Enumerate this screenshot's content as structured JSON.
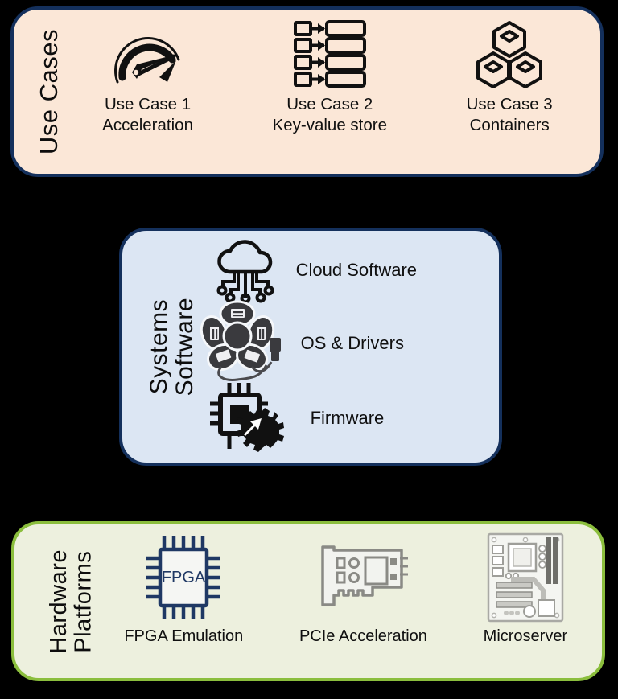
{
  "diagram": {
    "title": "Use Cases / Systems Software / Hardware Platforms stack",
    "colors": {
      "background": "#000000",
      "use_cases_fill": "#FBE7D7",
      "use_cases_border": "#14305C",
      "systems_software_fill": "#DCE6F3",
      "systems_software_border": "#14305C",
      "hardware_fill": "#EDF0DE",
      "hardware_border": "#8BBE3D",
      "icon_dark": "#111111",
      "fpga_navy": "#1F3864",
      "hardware_icon_gray": "#808080"
    }
  },
  "use_cases": {
    "side_label": "Use Cases",
    "items": [
      {
        "icon": "speedometer-icon",
        "label": "Use Case 1\nAcceleration",
        "line1": "Use Case 1",
        "line2": "Acceleration"
      },
      {
        "icon": "key-value-store-icon",
        "label": "Use Case 2\nKey-value store",
        "line1": "Use Case 2",
        "line2": "Key-value store"
      },
      {
        "icon": "containers-icon",
        "label": "Use Case 3\nContainers",
        "line1": "Use Case 3",
        "line2": "Containers"
      }
    ]
  },
  "systems_software": {
    "side_label": "Systems\nSoftware",
    "layers": [
      {
        "icon": "cloud-software-icon",
        "label": "Cloud Software"
      },
      {
        "icon": "usb-hub-icon",
        "label": "OS & Drivers"
      },
      {
        "icon": "chip-gear-icon",
        "label": "Firmware"
      }
    ]
  },
  "hardware_platforms": {
    "side_label": "Hardware\nPlatforms",
    "items": [
      {
        "icon": "fpga-chip-icon",
        "label": "FPGA Emulation",
        "chip_text": "FPGA"
      },
      {
        "icon": "pcie-card-icon",
        "label": "PCIe Acceleration"
      },
      {
        "icon": "motherboard-icon",
        "label": "Microserver"
      }
    ]
  }
}
